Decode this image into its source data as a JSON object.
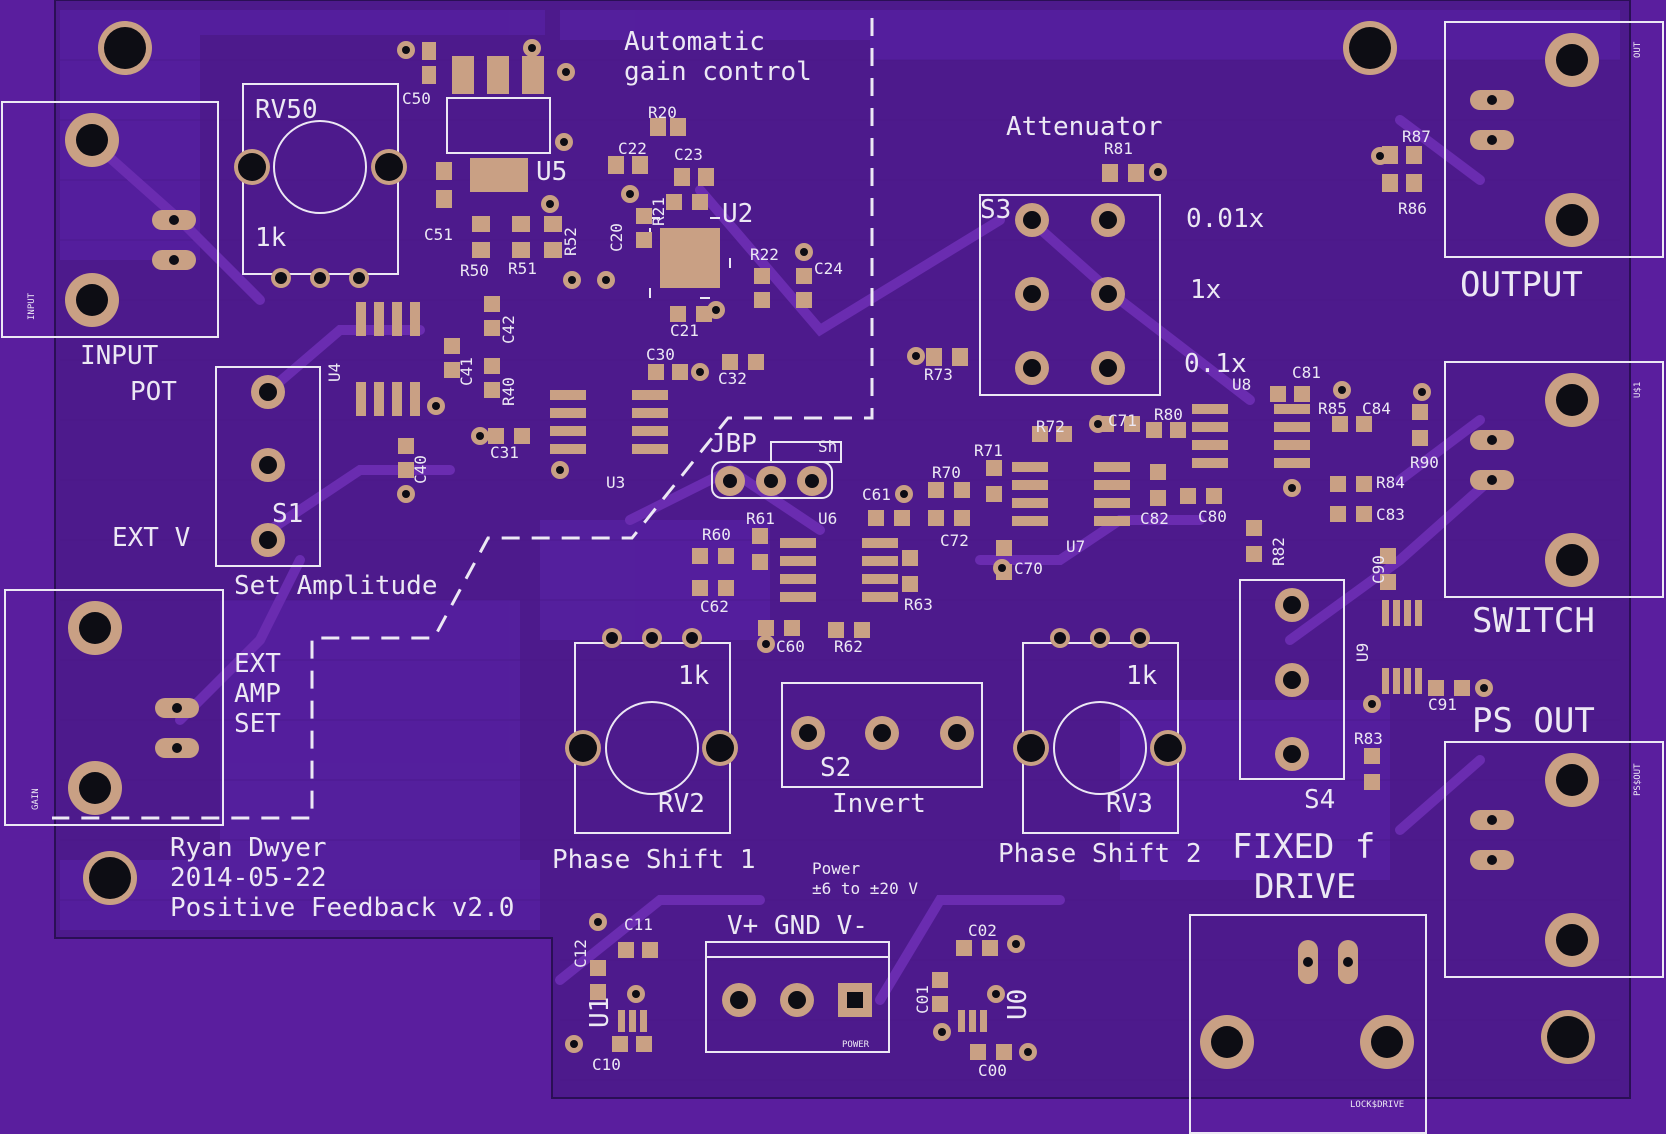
{
  "colors": {
    "board": "#5a1e9e",
    "copper_pour": "#4d1a8c",
    "trace": "#6a2cb0",
    "pad": "#c9a084",
    "drill": "#0d0d14",
    "silkscreen": "#ece8f4"
  },
  "sections": {
    "agc": "Automatic",
    "agc2": "gain control",
    "attenuator": "Attenuator",
    "set_amplitude": "Set Amplitude",
    "invert": "Invert",
    "phase1": "Phase Shift 1",
    "phase2": "Phase Shift 2",
    "fixed": "FIXED f",
    "drive": "DRIVE",
    "power": "Power",
    "power_range": "±6 to ±20 V",
    "power_pins": "V+ GND V-"
  },
  "connectors": {
    "input": "INPUT",
    "pot": "POT",
    "ext_v": "EXT V",
    "ext": "EXT",
    "amp": "AMP",
    "set": "SET",
    "output": "OUTPUT",
    "switch": "SWITCH",
    "ps_out": "PS OUT",
    "tiny_input": "INPUT",
    "tiny_gain": "GAIN",
    "tiny_out": "OUT",
    "tiny_us1": "U$1",
    "tiny_psout": "PS$OUT",
    "tiny_power": "POWER",
    "tiny_lock": "LOCK$DRIVE"
  },
  "attenuator_labels": [
    "0.01x",
    "1x",
    "0.1x"
  ],
  "credits": {
    "author": "Ryan Dwyer",
    "date": "2014-05-22",
    "project": "Positive Feedback v2.0"
  },
  "parts": {
    "RV50": "RV50",
    "rv50_val": "1k",
    "RV2": "RV2",
    "rv2_val": "1k",
    "RV3": "RV3",
    "rv3_val": "1k",
    "S1": "S1",
    "S2": "S2",
    "S3": "S3",
    "S4": "S4",
    "JBP": "JBP",
    "Sh": "Sh",
    "U0": "U0",
    "U1": "U1",
    "U2": "U2",
    "U3": "U3",
    "U4": "U4",
    "U5": "U5",
    "U6": "U6",
    "U7": "U7",
    "U8": "U8",
    "U9": "U9",
    "C50": "C50",
    "C51": "C51",
    "R50": "R50",
    "R51": "R51",
    "R52": "R52",
    "R20": "R20",
    "C22": "C22",
    "C23": "C23",
    "R21": "R21",
    "C20": "C20",
    "R22": "R22",
    "C24": "C24",
    "C21": "C21",
    "C42": "C42",
    "C41": "C41",
    "R40": "R40",
    "C40": "C40",
    "C30": "C30",
    "C32": "C32",
    "C31": "C31",
    "R81": "R81",
    "R73": "R73",
    "R72": "R72",
    "C71": "C71",
    "R80": "R80",
    "R71": "R71",
    "R70": "R70",
    "C61": "C61",
    "C72": "C72",
    "C70": "C70",
    "C82": "C82",
    "C80": "C80",
    "C81": "C81",
    "R85": "R85",
    "C84": "C84",
    "R84": "R84",
    "C83": "C83",
    "R90": "R90",
    "R87": "R87",
    "R86": "R86",
    "R82": "R82",
    "C90": "C90",
    "C91": "C91",
    "R83": "R83",
    "R60": "R60",
    "R61": "R61",
    "C62": "C62",
    "C60": "C60",
    "R62": "R62",
    "R63": "R63",
    "C11": "C11",
    "C12": "C12",
    "C10": "C10",
    "C02": "C02",
    "C01": "C01",
    "C00": "C00"
  }
}
